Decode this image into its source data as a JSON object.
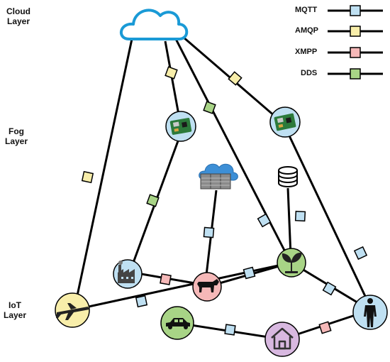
{
  "layers": {
    "cloud": [
      "Cloud",
      "Layer"
    ],
    "fog": [
      "Fog",
      "Layer"
    ],
    "iot": [
      "IoT",
      "Layer"
    ]
  },
  "legend": [
    {
      "label": "MQTT",
      "color": "#bfe0f2"
    },
    {
      "label": "AMQP",
      "color": "#f8eeaa"
    },
    {
      "label": "XMPP",
      "color": "#f5b8b8"
    },
    {
      "label": "DDS",
      "color": "#a8d486"
    }
  ],
  "nodes": {
    "cloud": {
      "icon": "cloud-icon",
      "fill": "#ffffff",
      "stroke": "#1a9ad6"
    },
    "fog_pi_left": {
      "icon": "raspberry-pi-board-icon",
      "fill": "#bfe0f2"
    },
    "fog_pi_right": {
      "icon": "raspberry-pi-board-icon",
      "fill": "#bfe0f2"
    },
    "fog_server": {
      "icon": "cloud-server-icon"
    },
    "fog_database": {
      "icon": "database-icon"
    },
    "iot_factory": {
      "icon": "factory-icon",
      "fill": "#bfe0f2"
    },
    "iot_cow": {
      "icon": "cow-icon",
      "fill": "#f5b8b8"
    },
    "iot_plant": {
      "icon": "plant-icon",
      "fill": "#a8d486"
    },
    "iot_person": {
      "icon": "person-icon",
      "fill": "#bfe0f2"
    },
    "iot_airplane": {
      "icon": "airplane-icon",
      "fill": "#f8eeaa"
    },
    "iot_car": {
      "icon": "car-icon",
      "fill": "#a8d486"
    },
    "iot_house": {
      "icon": "house-icon",
      "fill": "#d8b8e0"
    }
  }
}
